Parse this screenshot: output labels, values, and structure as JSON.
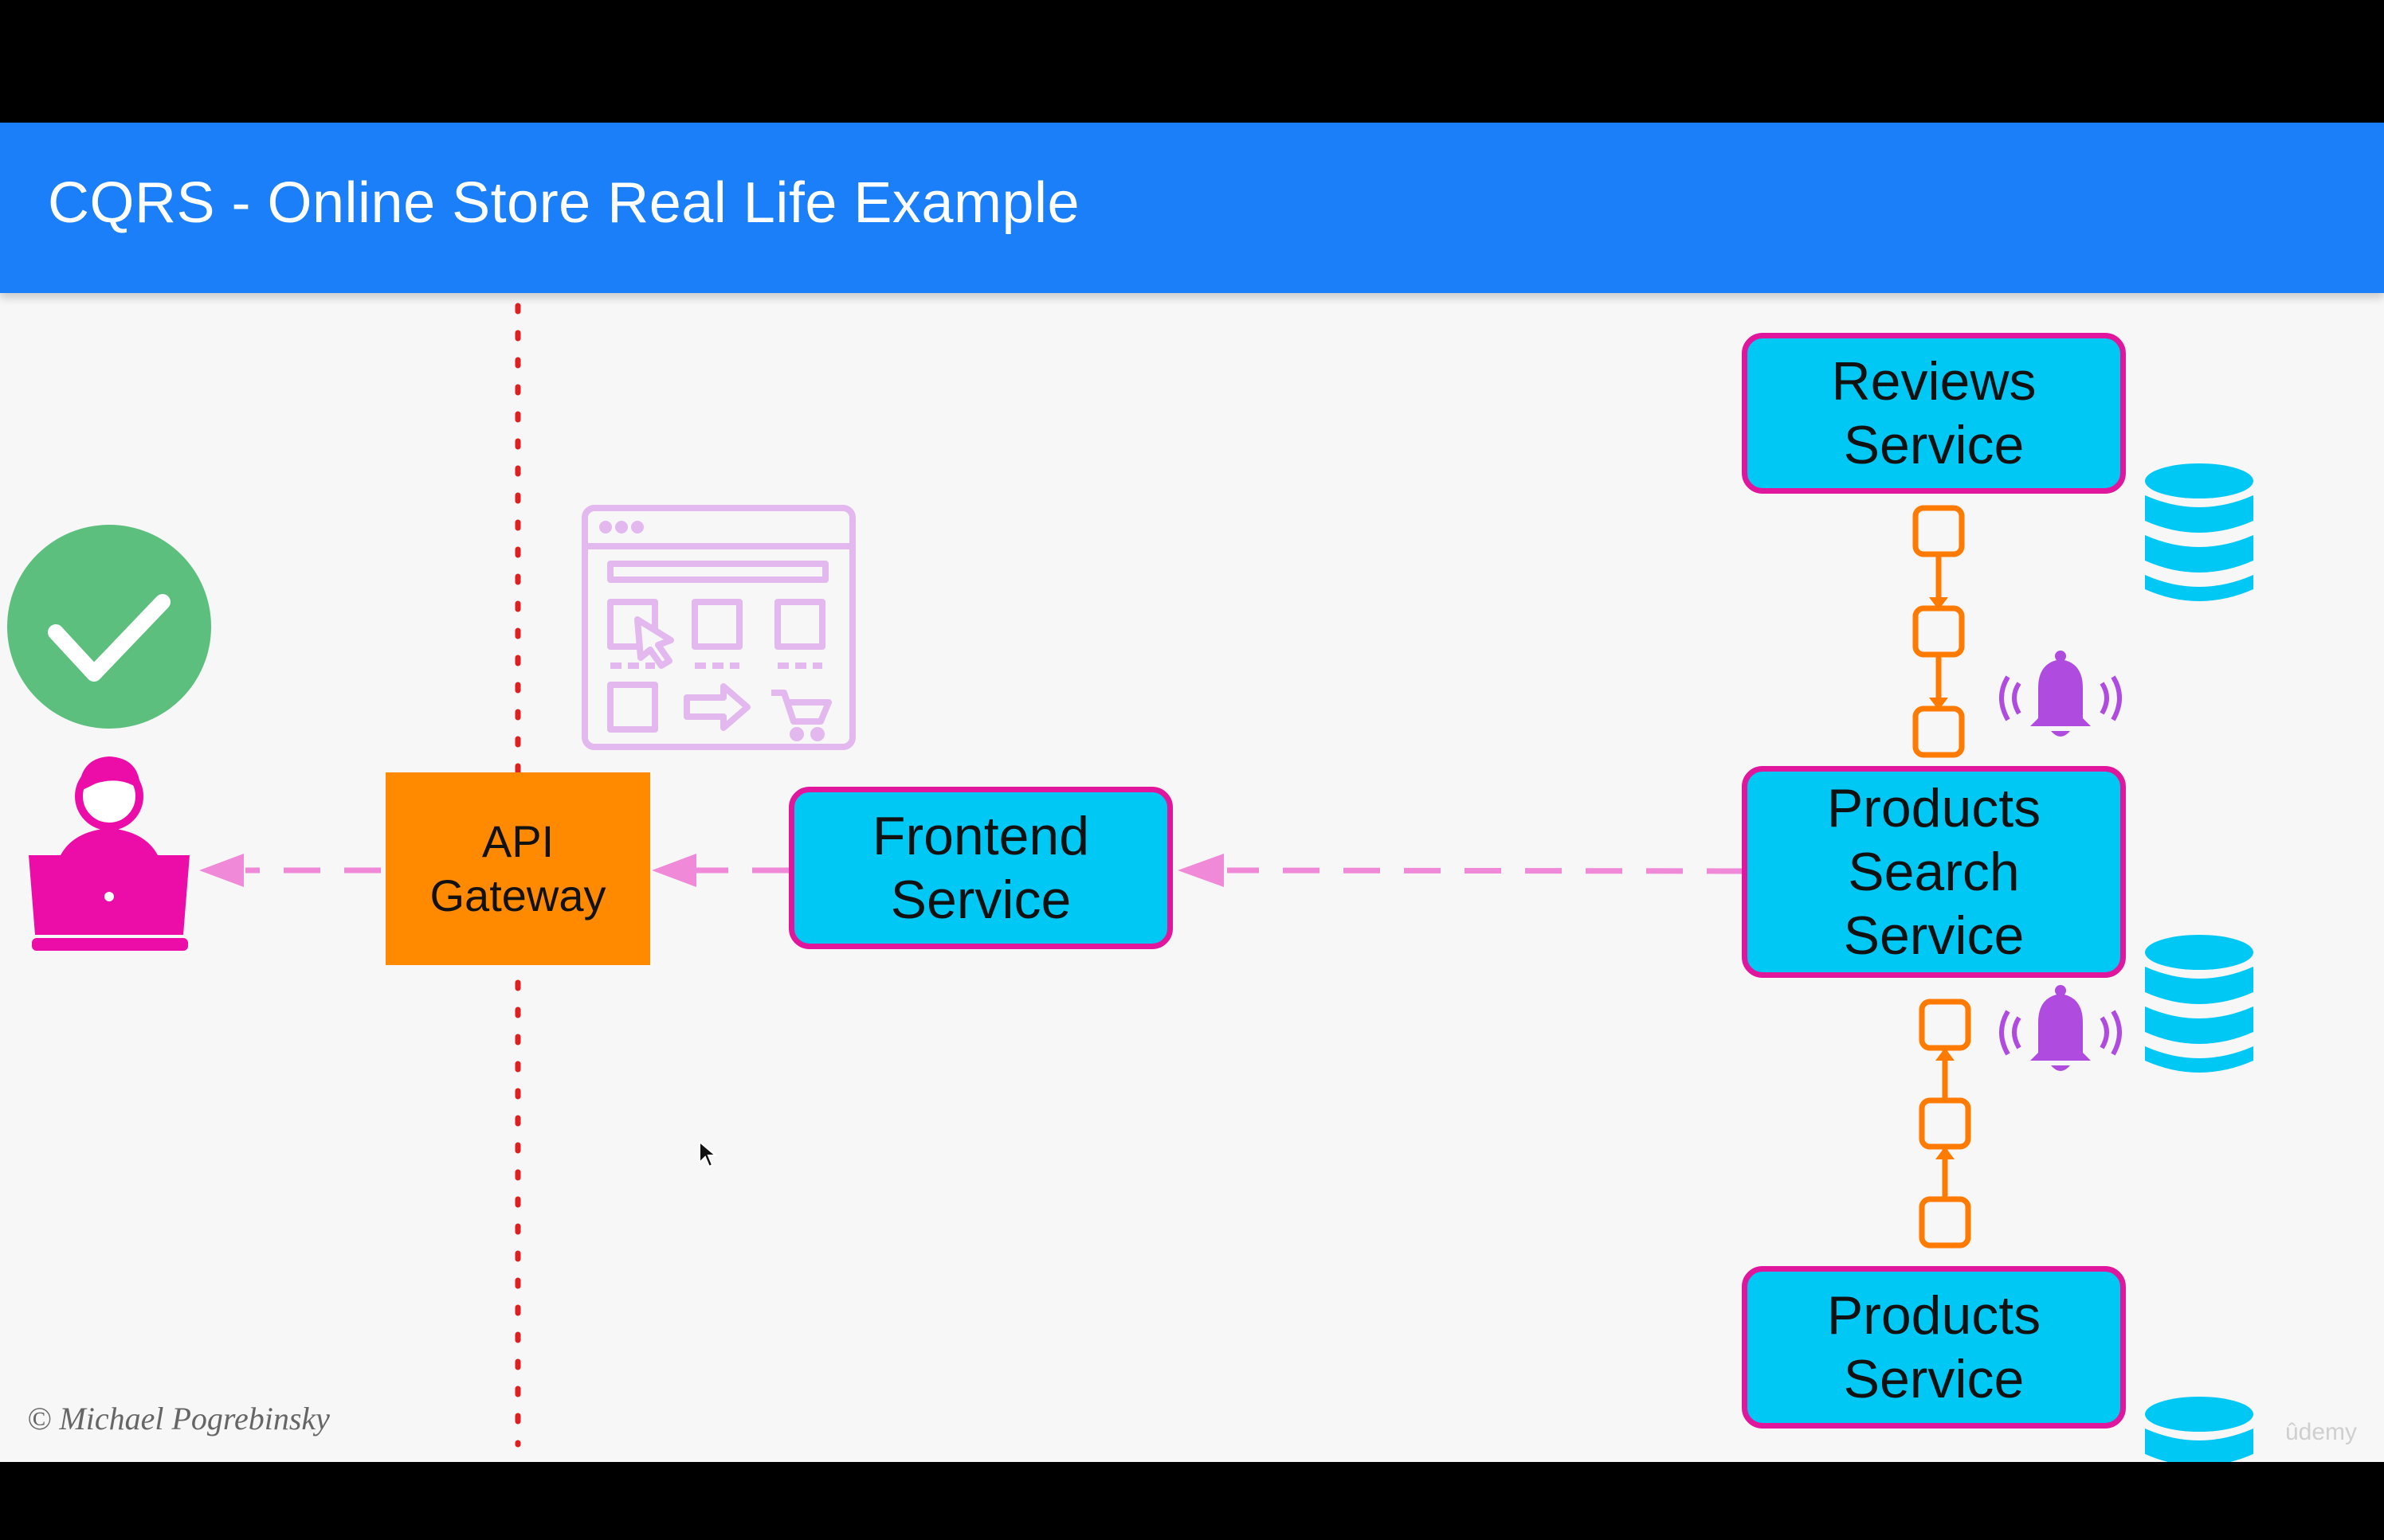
{
  "header": {
    "title": "CQRS - Online Store Real Life Example"
  },
  "nodes": {
    "api_gateway": "API\nGateway",
    "frontend_service": "Frontend\nService",
    "reviews_service": "Reviews\nService",
    "products_search_service": "Products\nSearch\nService",
    "products_service": "Products\nService"
  },
  "footer": {
    "copyright": "© Michael Pogrebinsky",
    "watermark": "ûdemy"
  },
  "colors": {
    "title_bar": "#1a7ff8",
    "service_fill": "#00c8f5",
    "service_border": "#e0169c",
    "gateway_fill": "#ff8a00",
    "arrow": "#f08ad8",
    "boundary_line": "#e02020",
    "chain": "#ff7a00",
    "bell": "#b04be0",
    "database": "#00c8f5",
    "check_circle": "#5cbf7e",
    "user_icon": "#ec0da9",
    "ui_mockup": "#e2b8ef"
  },
  "icons": [
    "check-icon",
    "user-laptop-icon",
    "web-ui-mockup-icon",
    "database-icon",
    "chain-link-icon",
    "bell-notification-icon",
    "mouse-pointer-icon"
  ]
}
